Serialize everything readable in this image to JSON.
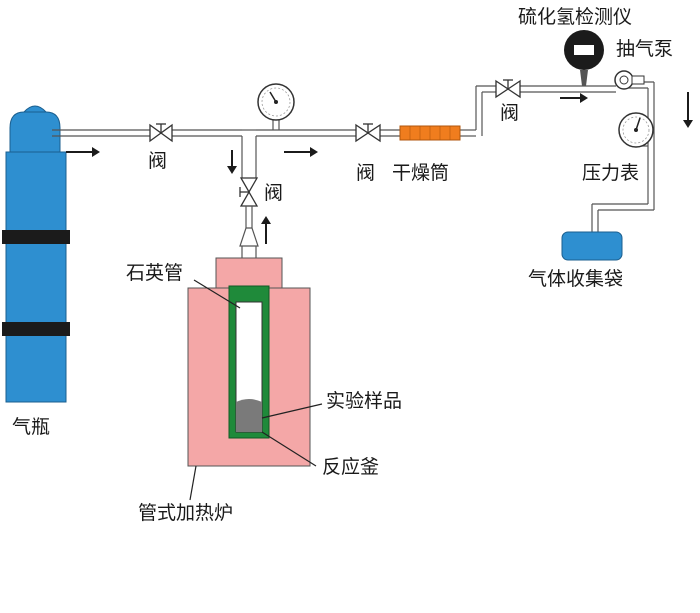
{
  "labels": {
    "gas_cylinder": "气瓶",
    "valve": "阀",
    "dryer": "干燥筒",
    "h2s_detector": "硫化氢检测仪",
    "pump": "抽气泵",
    "pressure_gauge": "压力表",
    "gas_bag": "气体收集袋",
    "quartz_tube": "石英管",
    "sample": "实验样品",
    "reactor": "反应釜",
    "furnace": "管式加热炉"
  },
  "colors": {
    "cylinder": "#2e8fd0",
    "cylinder_band": "#1b1b1b",
    "dryer": "#f07d1e",
    "furnace": "#f4a7a7",
    "reactor_wall": "#1f8a3a",
    "sample": "#7a7a7a",
    "gas_bag": "#2e8fd0",
    "pipe": "#555555"
  }
}
